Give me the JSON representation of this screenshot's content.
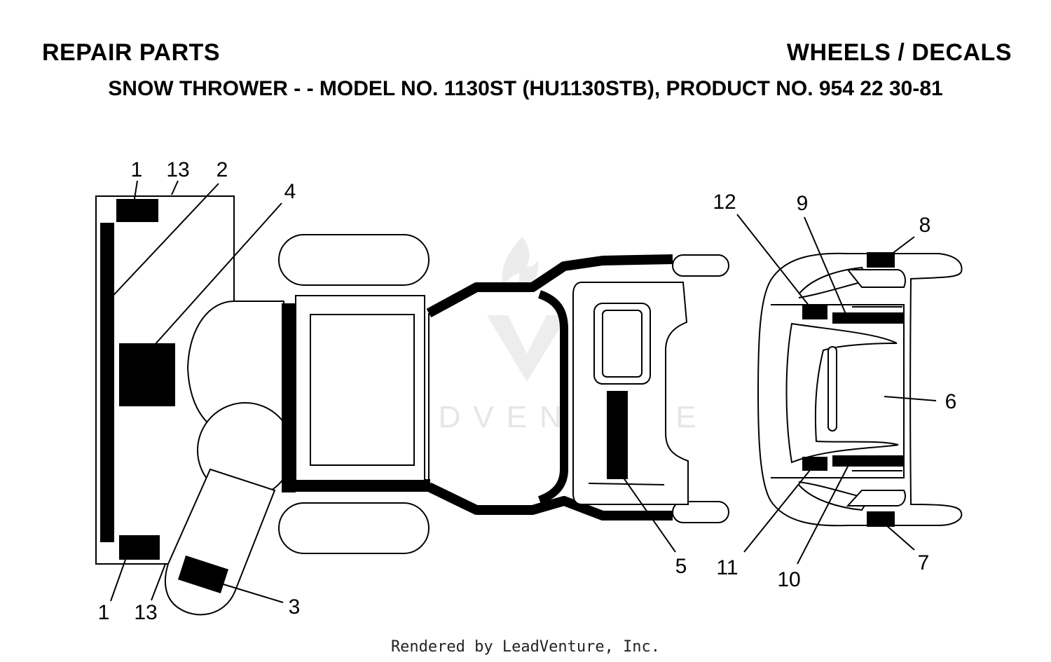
{
  "header": {
    "title_left": "REPAIR PARTS",
    "title_right": "WHEELS / DECALS",
    "subtitle": "SNOW THROWER - - MODEL NO. 1130ST (HU1130STB), PRODUCT NO. 954 22 30-81"
  },
  "watermark": {
    "text": "LEADVENTURE"
  },
  "callouts": [
    {
      "key": "c1a",
      "label": "1"
    },
    {
      "key": "c13a",
      "label": "13"
    },
    {
      "key": "c2",
      "label": "2"
    },
    {
      "key": "c4",
      "label": "4"
    },
    {
      "key": "c1b",
      "label": "1"
    },
    {
      "key": "c13b",
      "label": "13"
    },
    {
      "key": "c3",
      "label": "3"
    },
    {
      "key": "c5",
      "label": "5"
    },
    {
      "key": "c12",
      "label": "12"
    },
    {
      "key": "c9",
      "label": "9"
    },
    {
      "key": "c8",
      "label": "8"
    },
    {
      "key": "c6",
      "label": "6"
    },
    {
      "key": "c11",
      "label": "11"
    },
    {
      "key": "c10",
      "label": "10"
    },
    {
      "key": "c7",
      "label": "7"
    }
  ],
  "footer": {
    "text": "Rendered by LeadVenture, Inc."
  }
}
